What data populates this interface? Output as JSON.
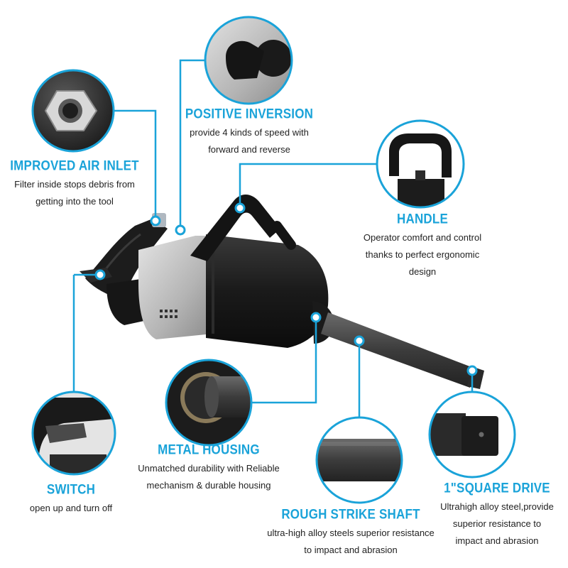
{
  "accent_color": "#1aa3d9",
  "features": {
    "air_inlet": {
      "title": "IMPROVED AIR INLET",
      "desc": [
        "Filter inside stops debris from",
        "getting into the tool"
      ],
      "icon": "threaded-fitting-icon"
    },
    "inversion": {
      "title": "POSITIVE INVERSION",
      "desc": [
        "provide 4 kinds of speed with",
        "forward and reverse"
      ],
      "icon": "reverse-knob-icon"
    },
    "handle": {
      "title": "HANDLE",
      "desc": [
        "Operator comfort and control",
        "thanks to perfect ergonomic",
        "design"
      ],
      "icon": "d-handle-icon"
    },
    "housing": {
      "title": "METAL HOUSING",
      "desc": [
        "Unmatched durability with Reliable",
        "mechanism & durable housing"
      ],
      "icon": "housing-collar-icon"
    },
    "switch": {
      "title": "SWITCH",
      "desc": [
        "open up and turn off"
      ],
      "icon": "trigger-switch-icon"
    },
    "shaft": {
      "title": "ROUGH STRIKE SHAFT",
      "desc": [
        "ultra-high alloy steels superior resistance",
        "to impact and abrasion"
      ],
      "icon": "anvil-shaft-icon"
    },
    "drive": {
      "title": "1\"SQUARE DRIVE",
      "desc": [
        "Ultrahigh alloy steel,provide",
        "superior resistance to",
        "impact and abrasion"
      ],
      "icon": "square-drive-icon"
    }
  }
}
